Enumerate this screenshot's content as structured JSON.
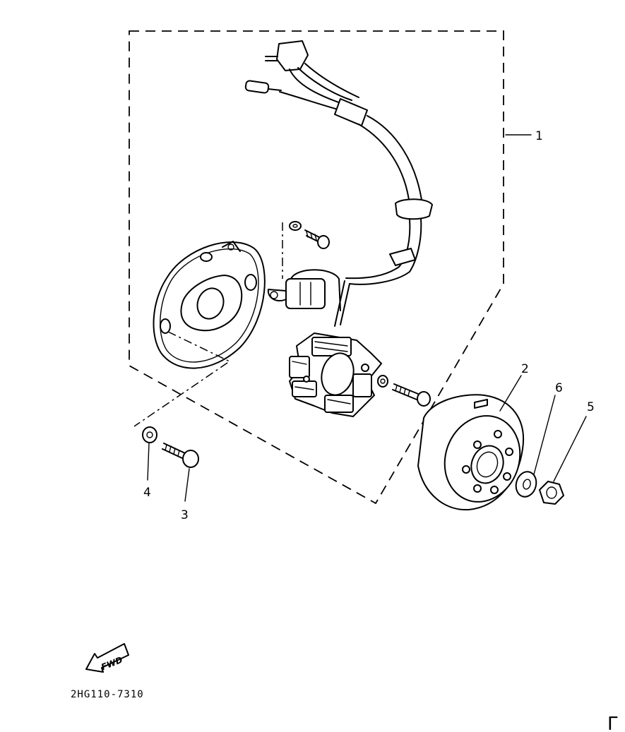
{
  "callouts": {
    "c1": "1",
    "c2": "2",
    "c3": "3",
    "c4": "4",
    "c5": "5",
    "c6": "6"
  },
  "parts": [
    {
      "ref": "1",
      "part": "stator-assembly"
    },
    {
      "ref": "2",
      "part": "rotor"
    },
    {
      "ref": "3",
      "part": "screw"
    },
    {
      "ref": "4",
      "part": "washer"
    },
    {
      "ref": "5",
      "part": "nut"
    },
    {
      "ref": "6",
      "part": "washer"
    }
  ],
  "fwd_label": "FWD",
  "drawing_code": "2HG110-7310",
  "corner_mark": "Γ"
}
